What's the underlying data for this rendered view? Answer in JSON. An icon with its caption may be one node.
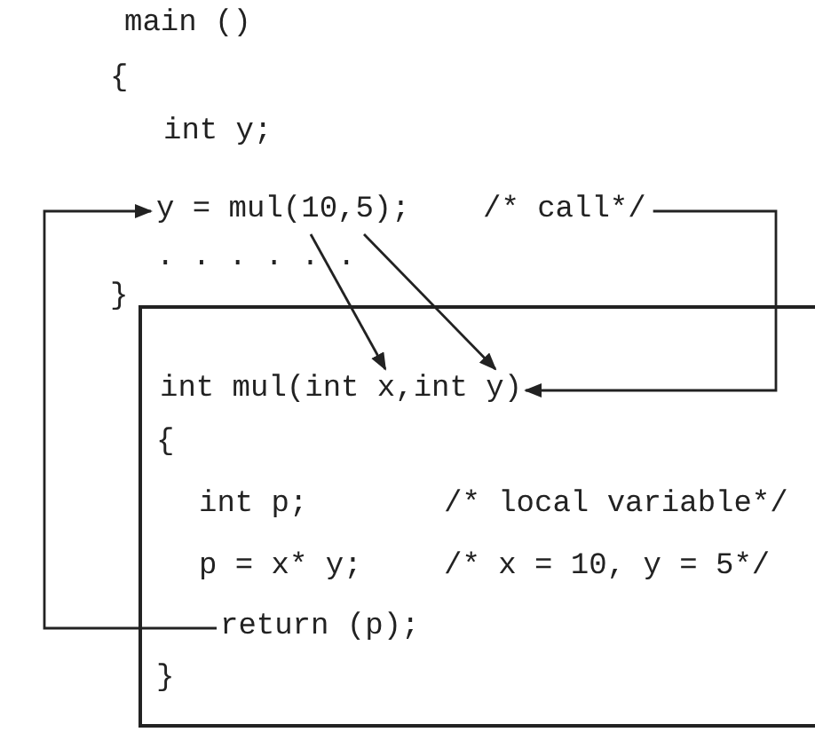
{
  "diagram": {
    "nodes": [
      {
        "text": [
          "y = mul(10,5);"
        ]
      },
      {
        "text": [
          "/* call*/"
        ]
      },
      {
        "text": [],
        "shape": "box"
      },
      {
        "text": [
          "int mul(int x,int y)"
        ],
        "in": 2
      },
      {
        "text": [
          "return (p);"
        ],
        "in": 2
      }
    ],
    "edges": [
      {
        "from": 0,
        "to": 3,
        "arrow": "to"
      },
      {
        "from": 0,
        "to": 3,
        "arrow": "to"
      },
      {
        "from": 1,
        "to": 3,
        "arrow": "to"
      },
      {
        "from": 4,
        "to": 0,
        "arrow": "to"
      }
    ],
    "labels": [
      "main ()",
      "{",
      "int y;",
      ". . . . . .",
      "}",
      "{",
      "int p;",
      "/* local variable*/",
      "p = x* y;",
      "/* x = 10, y = 5*/",
      "}"
    ]
  }
}
